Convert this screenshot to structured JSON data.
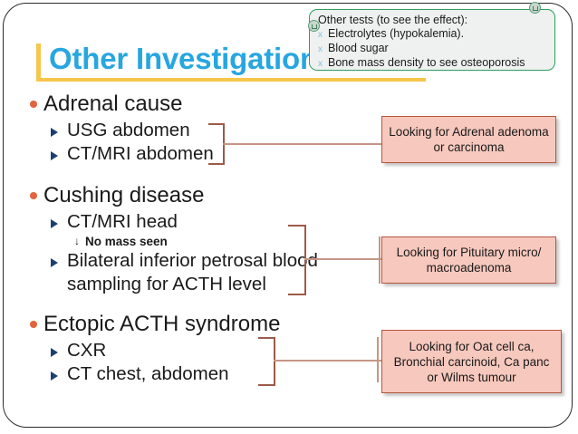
{
  "slide": {
    "title": "Other Investigations",
    "title_color": "#27a6e0",
    "accent_color": "#f5c64a"
  },
  "callout": {
    "heading": "Other tests (to see the effect):",
    "marker": "x",
    "border_color": "#2f9e5e",
    "fill_color": "#eef1ef",
    "items": [
      "Electrolytes (hypokalemia).",
      "Blood sugar",
      "Bone mass density to see osteoporosis"
    ]
  },
  "content": {
    "bullet_color": "#e2633c",
    "subbullet_color": "#1c3f6e",
    "groups": [
      {
        "heading": "Adrenal cause",
        "items": [
          "USG abdomen",
          "CT/MRI abdomen"
        ]
      },
      {
        "heading": "Cushing disease",
        "items": [
          "CT/MRI head",
          "Bilateral inferior petrosal blood sampling for ACTH level"
        ],
        "note_arrow": "↓",
        "note": "No mass seen"
      },
      {
        "heading": "Ectopic ACTH syndrome",
        "items": [
          "CXR",
          "CT chest, abdomen"
        ]
      }
    ]
  },
  "annotation_boxes": {
    "fill_color": "#f7c8bd",
    "border_color": "#b5563f",
    "adrenal": "Looking for Adrenal adenoma or carcinoma",
    "pituitary": "Looking for Pituitary micro/ macroadenoma",
    "ectopic": "Looking for Oat cell ca, Bronchial carcinoid, Ca panc or Wilms tumour"
  }
}
